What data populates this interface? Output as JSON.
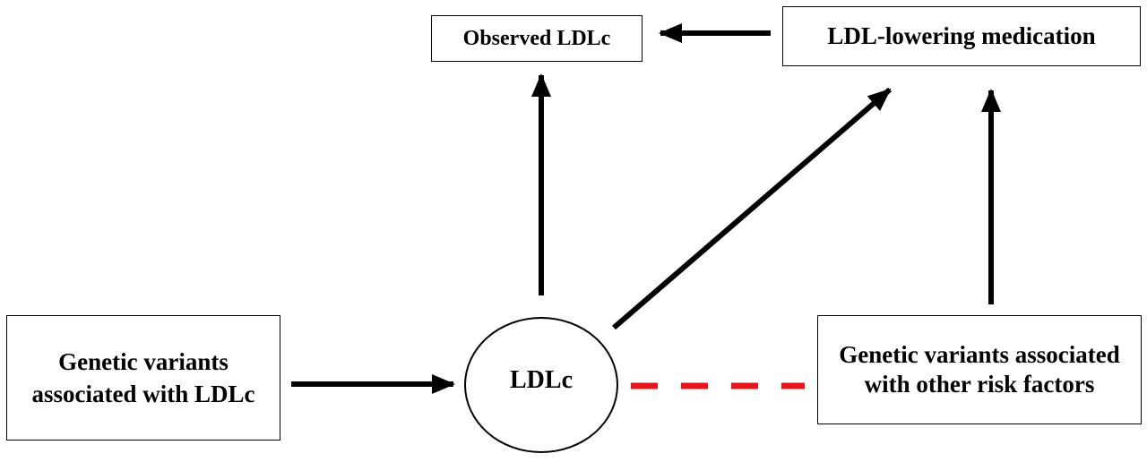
{
  "nodes": {
    "observed_ldlc": "Observed LDLc",
    "ldl_lowering_medication": "LDL-lowering medication",
    "genetic_variants_ldlc": "Genetic variants associated with LDLc",
    "ldlc": "LDLc",
    "genetic_variants_other": "Genetic variants associated with other risk factors"
  },
  "colors": {
    "arrow": "#000000",
    "dashed_link": "#e8141b"
  }
}
